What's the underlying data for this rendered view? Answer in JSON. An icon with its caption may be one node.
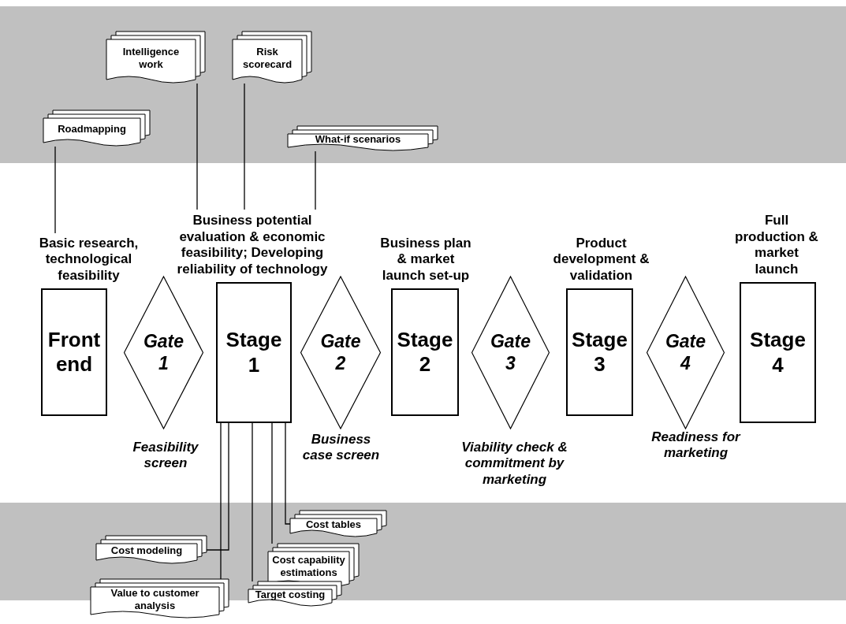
{
  "diagram": {
    "nodes": [
      {
        "text": [
          "Intelligence work"
        ]
      },
      {
        "text": [
          "Risk scorecard"
        ]
      },
      {
        "text": [
          "Roadmapping"
        ]
      },
      {
        "text": [
          "What-if scenarios"
        ]
      },
      {
        "text": [
          "Basic research, technological feasibility",
          "Front end"
        ]
      },
      {
        "text": [
          "Gate 1"
        ],
        "beside": [
          "Feasibility screen"
        ]
      },
      {
        "text": [
          "Business potential evaluation & economic feasibility; Developing reliability of technology",
          "Stage 1"
        ]
      },
      {
        "text": [
          "Gate 2"
        ],
        "beside": [
          "Business case screen"
        ]
      },
      {
        "text": [
          "Business plan & market launch set-up",
          "Stage 2"
        ]
      },
      {
        "text": [
          "Gate 3"
        ],
        "beside": [
          "Viability check & commitment by marketing"
        ]
      },
      {
        "text": [
          "Product development & validation",
          "Stage 3"
        ]
      },
      {
        "text": [
          "Gate 4"
        ],
        "beside": [
          "Readiness for marketing"
        ]
      },
      {
        "text": [
          "Full production & market launch",
          "Stage 4"
        ]
      },
      {
        "text": [
          "Cost tables"
        ]
      },
      {
        "text": [
          "Cost modeling"
        ]
      },
      {
        "text": [
          "Cost capability estimations"
        ]
      },
      {
        "text": [
          "Value to customer analysis"
        ]
      },
      {
        "text": [
          "Target costing"
        ]
      }
    ],
    "edges": [
      {
        "from": 0,
        "to": 6,
        "arrow": "none"
      },
      {
        "from": 1,
        "to": 6,
        "arrow": "none"
      },
      {
        "from": 2,
        "to": 4,
        "arrow": "none"
      },
      {
        "from": 3,
        "to": 6,
        "arrow": "none"
      },
      {
        "from": 6,
        "to": 14,
        "arrow": "none"
      },
      {
        "from": 6,
        "to": 16,
        "arrow": "none"
      },
      {
        "from": 6,
        "to": 17,
        "arrow": "none"
      },
      {
        "from": 6,
        "to": 15,
        "arrow": "none"
      },
      {
        "from": 6,
        "to": 13,
        "arrow": "none"
      }
    ]
  }
}
